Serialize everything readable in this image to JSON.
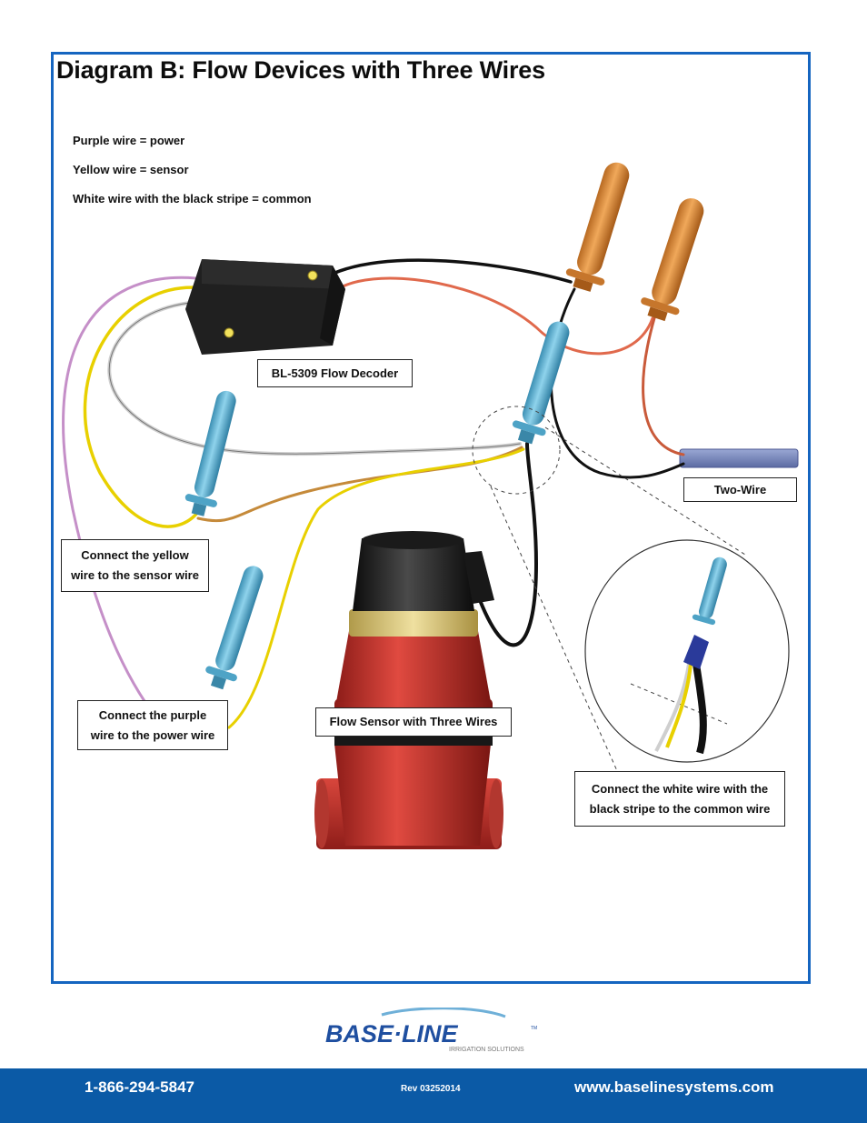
{
  "title": "Diagram B: Flow Devices with Three Wires",
  "legend": [
    "Purple wire = power",
    "Yellow wire = sensor",
    "White wire with the black stripe = common"
  ],
  "labels": {
    "decoder": "BL-5309 Flow Decoder",
    "two_wire": "Two-Wire",
    "yellow_line1": "Connect the yellow",
    "yellow_line2": "wire to the sensor wire",
    "purple_line1": "Connect the purple",
    "purple_line2": "wire to the power wire",
    "sensor": "Flow Sensor with Three Wires",
    "white_line1": "Connect the white wire with the",
    "white_line2": "black stripe to the common wire"
  },
  "logo": {
    "brand": "BASE·LINE",
    "tm": "TM",
    "tagline": "IRRIGATION SOLUTIONS"
  },
  "footer": {
    "phone": "1-866-294-5847",
    "revision": "Rev 03252014",
    "website": "www.baselinesystems.com"
  },
  "colors": {
    "frame": "#1565c0",
    "footer": "#0b5aa6",
    "purple_wire": "#c58fc8",
    "yellow_wire": "#e8d000",
    "white_wire": "#cfcfcf",
    "orange_connector": "#d2843a",
    "blue_connector": "#5fb6d6",
    "sensor_red": "#c4302b"
  }
}
